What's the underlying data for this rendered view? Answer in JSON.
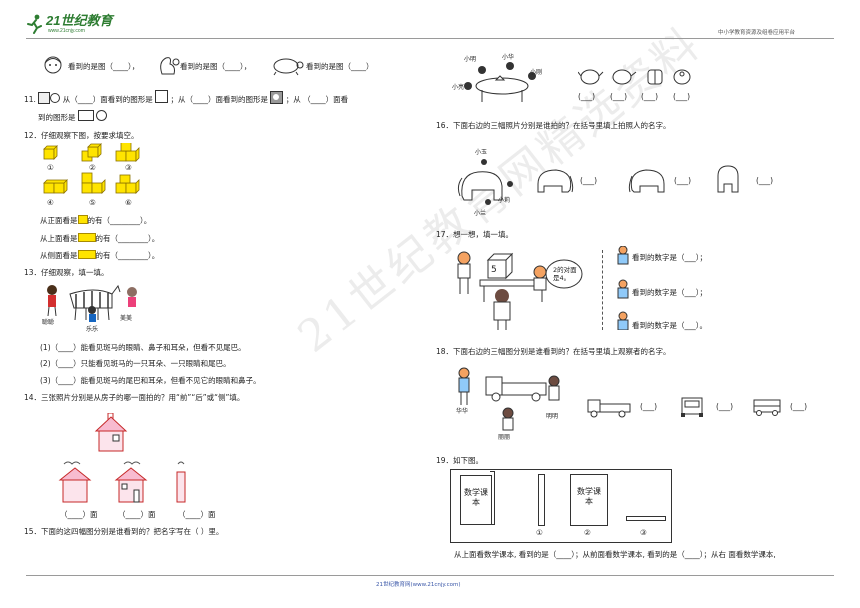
{
  "header": {
    "logo_text": "21世纪教育",
    "logo_sub": "www.21cnjy.com",
    "right_text": "中小学教育资源及组卷应用平台"
  },
  "footer": {
    "text": "21世纪教育网(www.21cnjy.com)"
  },
  "watermark": {
    "text": "21世纪教育网精选资料"
  },
  "left": {
    "q10_line": {
      "a": "看到的是图（____），",
      "b": "看到的是图（____），",
      "c": "看到的是图（____）"
    },
    "q11": {
      "num": "11.",
      "part1": "从（____）面看到的图形是",
      "part2": "；从（____）面看到的图形是",
      "part3": "；从 （____）面看",
      "line2": "到的图形是"
    },
    "q12": {
      "title": "12．仔细观察下图，按要求填空。",
      "labels": [
        "①",
        "②",
        "③",
        "④",
        "⑤",
        "⑥"
      ],
      "front": {
        "a": "从正面看是",
        "b": "的有（________）。"
      },
      "top": {
        "a": "从上面看是",
        "b": "的有（________）。"
      },
      "side": {
        "a": "从侧面看是",
        "b": "的有（________）。"
      }
    },
    "q13": {
      "title": "13．仔细观察，填一填。",
      "names": [
        "聪聪",
        "乐乐",
        "美美"
      ],
      "items": [
        "(1)（____）能看见斑马的眼睛、鼻子和耳朵，但看不见尾巴。",
        "(2)（____）只能看见斑马的一只耳朵、一只眼睛和尾巴。",
        "(3)（____）能看见斑马的尾巴和耳朵，但看不见它的眼睛和鼻子。"
      ]
    },
    "q14": {
      "title": "14．三张照片分别是从房子的哪一面拍的？用“前”“后”或“侧”填。",
      "blanks": [
        "（____）面",
        "（____）面",
        "（____）面"
      ]
    },
    "q15": {
      "title": "15．下面的这四幅图分别是谁看到的？把名字写在（  ）里。"
    }
  },
  "right": {
    "q15_names": [
      "小明",
      "小华",
      "小刚",
      "小亮"
    ],
    "q15_blanks": [
      "(___)",
      "(___)",
      "(___)",
      "(___)"
    ],
    "q16": {
      "title": "16．下面右边的三幅照片分别是谁拍的？在括号里填上拍照人的名字。",
      "names": [
        "小玉",
        "小莉",
        "小兰"
      ],
      "blanks": [
        "(___)",
        "(___)",
        "(___)"
      ]
    },
    "q17": {
      "title": "17．想一想，填一填。",
      "cube_num": "5",
      "bubble": "2的对面是4。",
      "rows": [
        "看到的数字是（___）；",
        "看到的数字是（___）；",
        "看到的数字是（___）。"
      ]
    },
    "q18": {
      "title": "18．下面右边的三幅图分别是谁看到的？在括号里填上观察者的名字。",
      "names": [
        "华华",
        "明明",
        "丽丽"
      ],
      "blanks": [
        "(___)",
        "(___)",
        "(___)"
      ]
    },
    "q19": {
      "title": "19．如下图。",
      "book_text": "数学课本",
      "labels": [
        "①",
        "②",
        "③"
      ],
      "bottom": "从上面看数学课本, 看到的是（____）；从前面看数学课本, 看到的是（____）；从右  面看数学课本,"
    }
  }
}
